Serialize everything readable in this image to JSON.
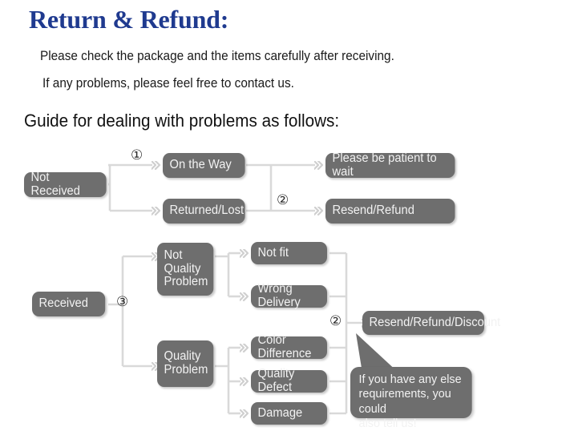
{
  "document": {
    "title": "Return & Refund:",
    "title_color": "#1f3a8f",
    "intro_lines": [
      "Please check the package and the items carefully after receiving.",
      "If any problems, please feel free to contact us."
    ],
    "guide_heading": "Guide for dealing with problems as follows:"
  },
  "flowchart": {
    "node_color": "#6e6e6e",
    "node_text_color": "#f2f2f2",
    "connector_color": "#d0d0d0",
    "nodes": {
      "not_received": "Not Received",
      "on_the_way": "On the Way",
      "returned_lost": "Returned/Lost",
      "please_wait": "Please be patient to wait",
      "resend_refund": "Resend/Refund",
      "received": "Received",
      "not_quality_problem": "Not\nQuality\nProblem",
      "quality_problem": "Quality\nProblem",
      "not_fit": "Not fit",
      "wrong_delivery": "Wrong Delivery",
      "color_difference": "Color Difference",
      "quality_defect": "Quality Defect",
      "damage": "Damage",
      "resend_refund_discount": "Resend/Refund/Discount"
    },
    "markers": {
      "one": "①",
      "two_top": "②",
      "three": "③",
      "two_bottom": "②"
    },
    "callout": {
      "text": "If you have any else\nrequirements, you could\nalso tell us!"
    }
  }
}
